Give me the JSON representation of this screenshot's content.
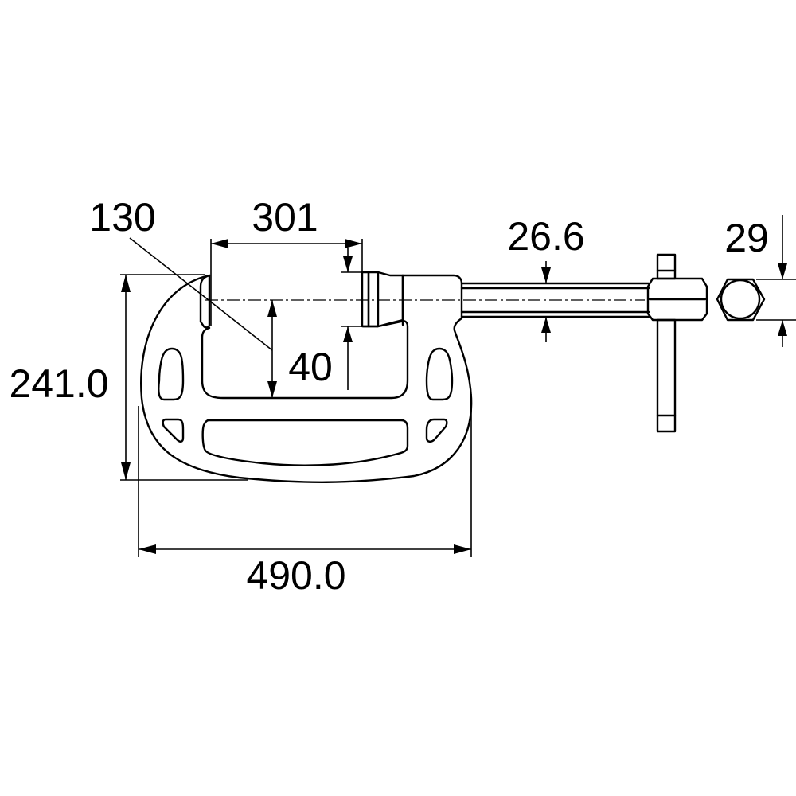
{
  "drawing": {
    "subject": "C-clamp with T-handle screw",
    "view": "side elevation with end view of hex nut",
    "line_color": "#000000",
    "background": "#ffffff"
  },
  "dimensions": {
    "jaw_depth": {
      "label": "130",
      "type": "leader"
    },
    "jaw_opening": {
      "label": "301",
      "type": "horizontal"
    },
    "spindle_dia": {
      "label": "40",
      "type": "vertical"
    },
    "screw_dia": {
      "label": "26.6",
      "type": "vertical"
    },
    "hex_across_flats": {
      "label": "29",
      "type": "vertical"
    },
    "overall_height": {
      "label": "241.0",
      "type": "vertical"
    },
    "overall_width": {
      "label": "490.0",
      "type": "horizontal"
    }
  }
}
